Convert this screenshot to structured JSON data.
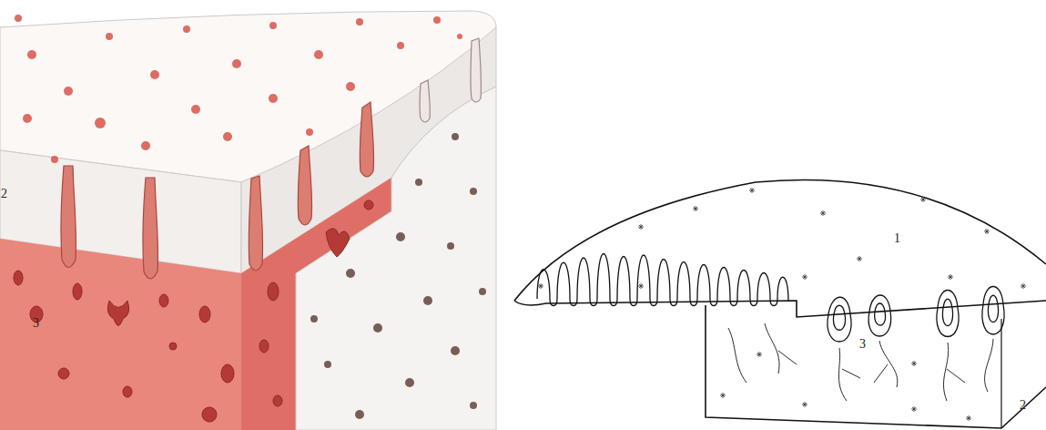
{
  "diagram": {
    "labels": [
      "2",
      "3",
      "1",
      "3",
      "2"
    ]
  }
}
